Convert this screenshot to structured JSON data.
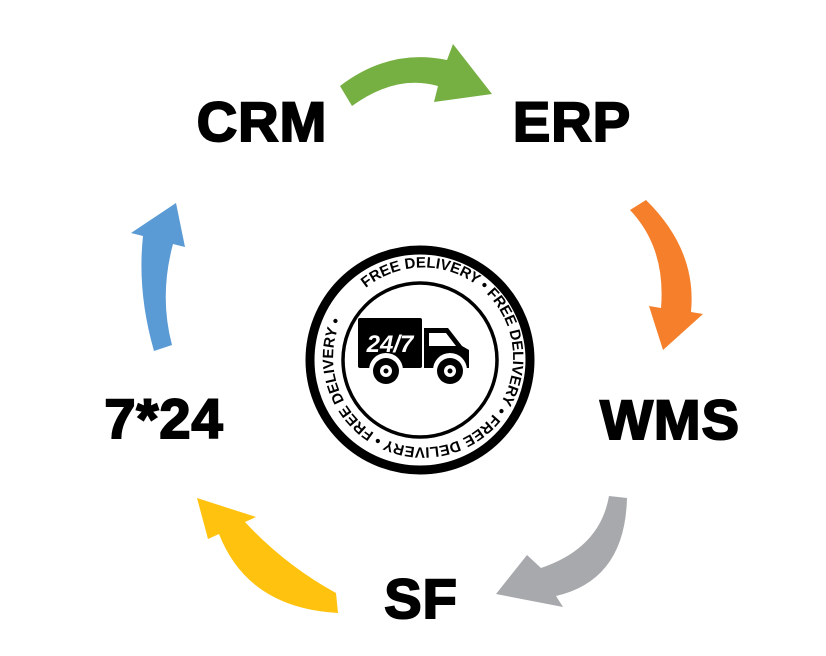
{
  "diagram": {
    "nodes": [
      {
        "id": "crm",
        "label": "CRM"
      },
      {
        "id": "erp",
        "label": "ERP"
      },
      {
        "id": "wms",
        "label": "WMS"
      },
      {
        "id": "sf",
        "label": "SF"
      },
      {
        "id": "support",
        "label": "7*24"
      }
    ],
    "arrows": [
      {
        "id": "crm-to-erp",
        "color": "#76b043"
      },
      {
        "id": "erp-to-wms",
        "color": "#f57f2a"
      },
      {
        "id": "wms-to-sf",
        "color": "#a7a9ac"
      },
      {
        "id": "sf-to-support",
        "color": "#ffc20e"
      },
      {
        "id": "support-to-crm",
        "color": "#5b9bd5"
      }
    ],
    "badge": {
      "ring_text": "FREE DELIVERY • FREE DELIVERY • FREE DELIVERY • FREE DELIVERY • ",
      "truck_label": "24/7",
      "ink_color": "#000000"
    }
  }
}
